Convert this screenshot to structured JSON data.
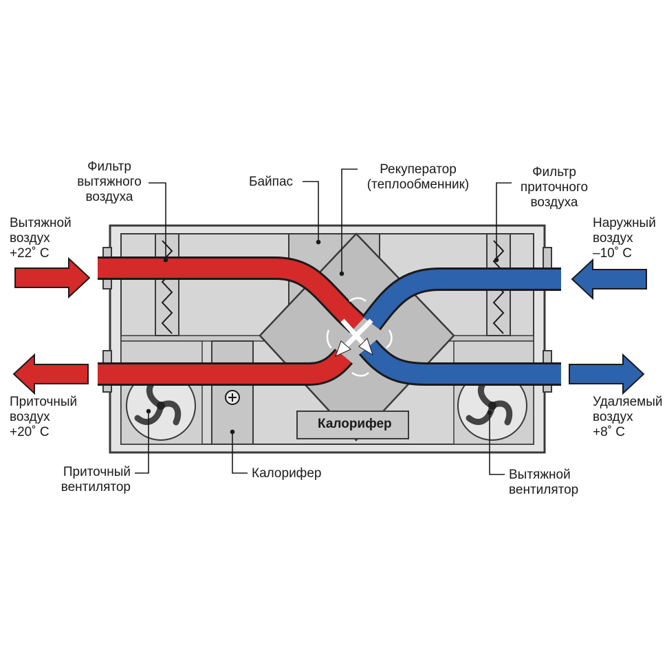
{
  "labels": {
    "exhaust_filter": [
      "Фильтр",
      "вытяжного",
      "воздуха"
    ],
    "bypass": "Байпас",
    "recuperator": [
      "Рекуператор",
      "(теплообменник)"
    ],
    "supply_filter": [
      "Фильтр",
      "приточного",
      "воздуха"
    ],
    "exhaust_air_in": [
      "Вытяжной",
      "воздух",
      "+22˚ С"
    ],
    "outdoor_air": [
      "Наружный",
      "воздух",
      "–10˚ С"
    ],
    "supply_air_out": [
      "Приточный",
      "воздух",
      "+20˚ С"
    ],
    "removed_air": [
      "Удаляемый",
      "воздух",
      "+8˚ С"
    ],
    "supply_fan": [
      "Приточный",
      "вентилятор"
    ],
    "heater_callout": "Калорифер",
    "exhaust_fan": [
      "Вытяжной",
      "вентилятор"
    ],
    "heater_box": "Калорифер"
  },
  "colors": {
    "warm": "#d42a2a",
    "cold": "#2d62ad",
    "casing": "#d9d9d9",
    "outline": "#3a3a3a"
  }
}
